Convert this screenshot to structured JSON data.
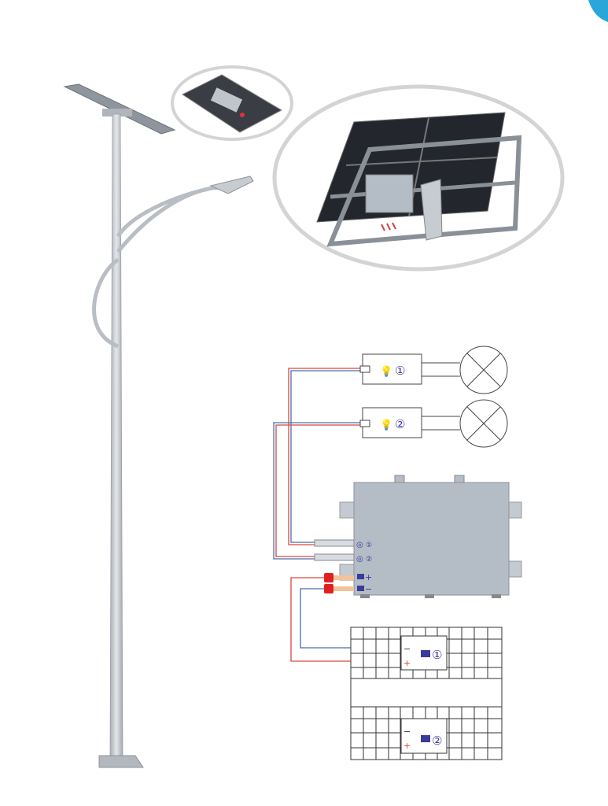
{
  "diagram": {
    "lamp_labels": [
      "①",
      "②"
    ],
    "controller_lamp_labels": [
      "①",
      "②"
    ],
    "controller_panel_labels": [
      "+",
      "−"
    ],
    "panel_box_labels": [
      "①",
      "②"
    ],
    "polarity": {
      "minus": "−",
      "plus": "+"
    }
  },
  "colors": {
    "pole": "#c9cdd3",
    "controller": "#b4bcc6",
    "panel": "#2b2f36",
    "wire_red": "#d9473f",
    "wire_blue": "#4a6fae",
    "label": "#3a3a9a",
    "connector_red": "#e02020"
  }
}
